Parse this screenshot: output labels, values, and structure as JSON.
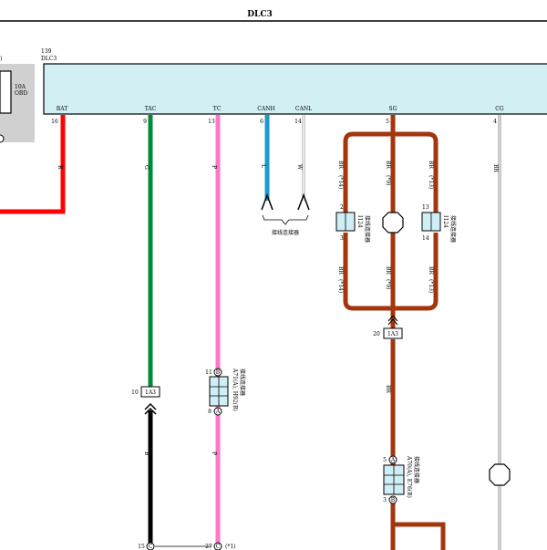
{
  "title": "DLC3",
  "ecu": {
    "number": "139",
    "name": "DLC3"
  },
  "left_box": {
    "fuse": "10A",
    "label": "OBD",
    "top_fragment": ")"
  },
  "terminals": [
    {
      "name": "BAT",
      "pin": "16"
    },
    {
      "name": "TAC",
      "pin": "9"
    },
    {
      "name": "TC",
      "pin": "13"
    },
    {
      "name": "CANH",
      "pin": "6"
    },
    {
      "name": "CANL",
      "pin": "14"
    },
    {
      "name": "SG",
      "pin": "5"
    },
    {
      "name": "CG",
      "pin": "4"
    }
  ],
  "wire_colors": {
    "BAT": "R",
    "TAC": "G",
    "TC": "P",
    "CANH": "L",
    "CANL": "W",
    "SG_left": "BR",
    "SG_left_note": "(*14)",
    "SG_mid_note": "(*9)",
    "SG_right": "BR",
    "SG_right_note": "(*13)",
    "SG_lower_left": "BR",
    "SG_lower_left_note": "(*14)",
    "SG_lower_mid": "BR",
    "SG_lower_mid_note": "(*9)",
    "SG_lower_right": "BR",
    "SG_lower_right_note": "(*13)",
    "CG": "BR",
    "SG_down": "BR",
    "TAC_lower": "B",
    "TC_lower": "P"
  },
  "can_connector_label": "接线连接器",
  "joint_left": {
    "id": "I124",
    "label": "接线连接器",
    "pin_top": "2",
    "pin_bottom": "3"
  },
  "joint_right": {
    "id": "I124",
    "label": "接线连接器",
    "pin_top": "13",
    "pin_bottom": "14"
  },
  "connector_1A3_sg": {
    "id": "1A3",
    "pin": "20"
  },
  "connector_1A3_tac": {
    "id": "1A3",
    "pin": "10"
  },
  "connector_tc": {
    "label": "A71(A), H92(B)",
    "label2": "接线连接器",
    "pin_top": "11",
    "letter_top": "B",
    "pin_bottom": "8",
    "letter_bottom": "A"
  },
  "connector_sg_lower": {
    "label": "A70(A), E76(B)",
    "label2": "接线连接器",
    "pin_top": "5",
    "letter_top": "A",
    "pin_bottom": "3",
    "letter_bottom": "B"
  },
  "bottom": {
    "tac_pin": "15",
    "tac_letter": "C",
    "tc_pin": "27",
    "tc_letter": "C",
    "tc_note": "(*1)"
  },
  "colors": {
    "red": "#ff0000",
    "green": "#008b3a",
    "pink": "#ff77c8",
    "blue": "#1a9bcb",
    "brown": "#a3360d",
    "black": "#000000",
    "ecu_fill": "#d2eff4",
    "left_box_fill": "#d0d0d0",
    "connector_fill": "#cfeef6"
  }
}
